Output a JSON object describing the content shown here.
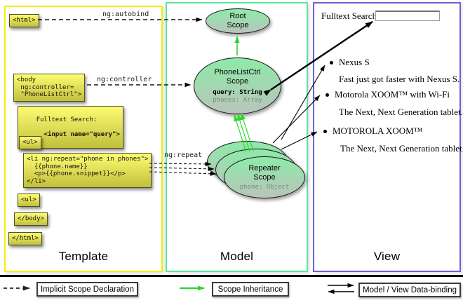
{
  "titles": {
    "template": "Template",
    "model": "Model",
    "view": "View"
  },
  "template": {
    "boxes": {
      "html_open": "<html>",
      "body_open": "<body\n ng:controller=\n \"PhoneListCtrl\">",
      "fulltext_label": "Fulltext Search:",
      "fulltext_input": "  <input name=\"query\">",
      "ul_first": "<ul>",
      "li_repeat": "<li ng:repeat=\"phone in phones\">\n  {{phone.name}}\n  <p>{{phone.snippet}}</p>\n</li>",
      "ul_second": "<ul>",
      "body_close": "</body>",
      "html_close": "</html>"
    }
  },
  "edge_labels": {
    "autobind": "ng:autobind",
    "controller": "ng:controller",
    "repeat": "ng:repeat"
  },
  "model": {
    "root_scope_title": "Root\nScope",
    "phonelist_title": "PhoneListCtrl\nScope",
    "phonelist_query": "query: String",
    "phonelist_phones": "phones: Array",
    "repeater_title": "Repeater\nScope",
    "repeater_phone": "phone: Object"
  },
  "view": {
    "search_label": "Fulltext Search:",
    "search_value": "",
    "items": [
      {
        "name": "Nexus S",
        "desc": "Fast just got faster with Nexus S."
      },
      {
        "name": "Motorola XOOM™ with Wi-Fi",
        "desc": "The Next, Next Generation tablet."
      },
      {
        "name": "MOTOROLA XOOM™",
        "desc": "The Next, Next Generation tablet."
      }
    ]
  },
  "legend": {
    "implicit": "Implicit Scope Declaration",
    "inheritance": "Scope Inheritance",
    "databinding": "Model / View Data-binding"
  },
  "colors": {
    "template_border": "#f2ef05",
    "model_border": "#5ce3a0",
    "view_border": "#6f5fd6",
    "code_box_top": "#fdfd73",
    "code_box_bottom": "#c2bf3a",
    "scope_top": "#8deba7",
    "scope_bottom": "#b9c4bb",
    "inheritance_green": "#2ed52e"
  }
}
